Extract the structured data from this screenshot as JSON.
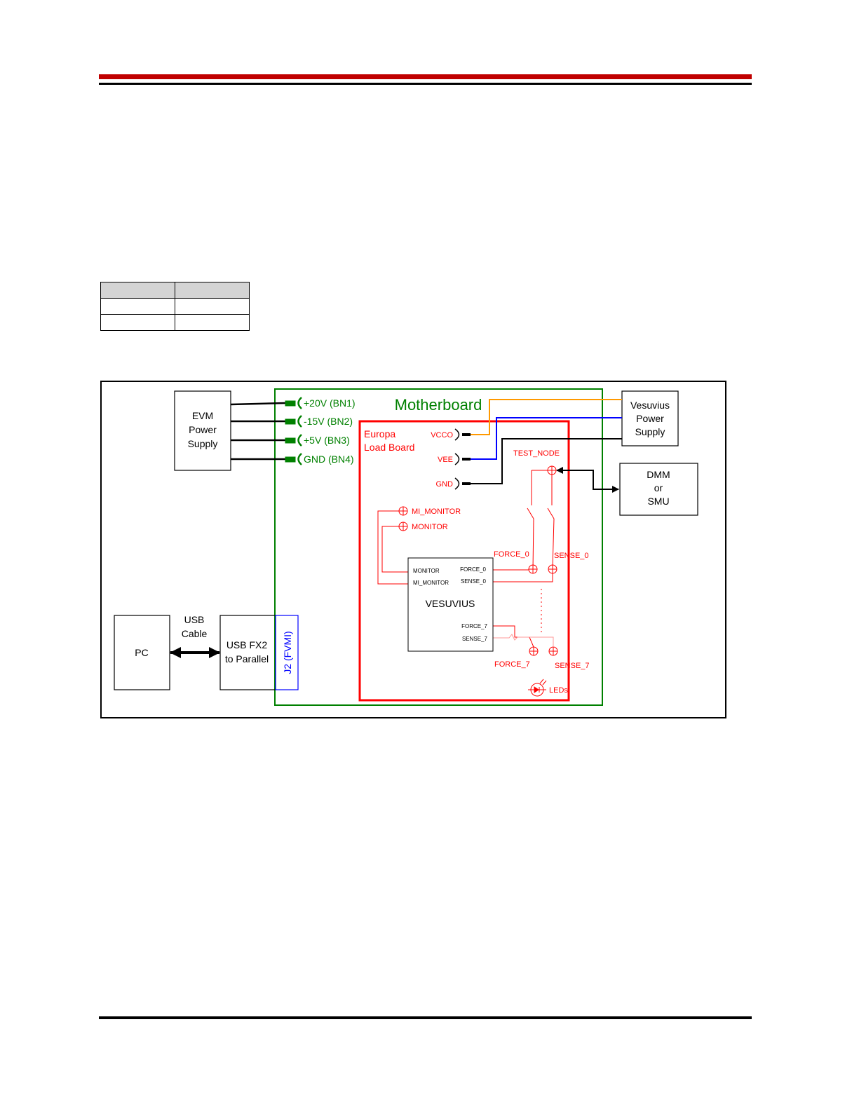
{
  "header": {
    "accent_color": "#c00000"
  },
  "table": {
    "rows": 3,
    "cols": 2,
    "header_fill": "#d4d4d4"
  },
  "diagram": {
    "colors": {
      "motherboard": "#008000",
      "loadboard": "#ff0000",
      "connector": "#0000ff",
      "vcco_wire": "#ff9900",
      "vee_wire": "#0000ff"
    },
    "evm_power_supply": {
      "line1": "EVM",
      "line2": "Power",
      "line3": "Supply"
    },
    "vesuvius_power_supply": {
      "line1": "Vesuvius",
      "line2": "Power",
      "line3": "Supply"
    },
    "dmm": {
      "line1": "DMM",
      "line2": "or",
      "line3": "SMU"
    },
    "pc": {
      "label": "PC"
    },
    "usb_cable": {
      "line1": "USB",
      "line2": "Cable"
    },
    "usb_fx2": {
      "line1": "USB FX2",
      "line2": "to Parallel"
    },
    "j2_connector": {
      "label": "J2 (FVMI)"
    },
    "motherboard": {
      "title": "Motherboard"
    },
    "banana_jacks": {
      "bn1": "+20V (BN1)",
      "bn2": "-15V (BN2)",
      "bn3": "+5V (BN3)",
      "bn4": "GND (BN4)"
    },
    "load_board": {
      "line1": "Europa",
      "line2": "Load Board"
    },
    "supply_pins": {
      "vcco": "VCCO",
      "vee": "VEE",
      "gnd": "GND"
    },
    "test_points": {
      "test_node": "TEST_NODE",
      "mi_monitor": "MI_MONITOR",
      "monitor": "MONITOR",
      "force_0": "FORCE_0",
      "sense_0": "SENSE_0",
      "force_7": "FORCE_7",
      "sense_7": "SENSE_7",
      "leds": "LEDs"
    },
    "vesuvius_chip": {
      "label": "VESUVIUS",
      "pin_monitor": "MONITOR",
      "pin_mi_monitor": "MI_MONITOR",
      "pin_force_0": "FORCE_0",
      "pin_sense_0": "SENSE_0",
      "pin_force_7": "FORCE_7",
      "pin_sense_7": "SENSE_7"
    }
  }
}
